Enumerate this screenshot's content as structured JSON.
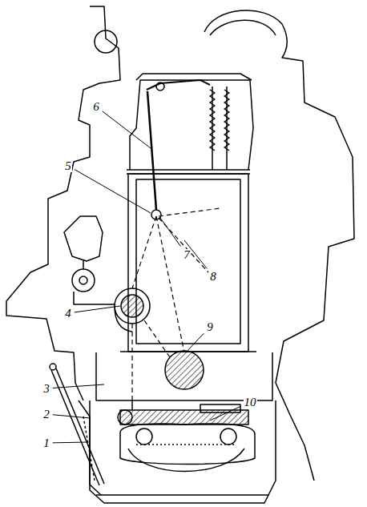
{
  "diagram": {
    "labels": [
      "6",
      "5",
      "7",
      "8",
      "4",
      "9",
      "3",
      "10",
      "2",
      "1"
    ]
  }
}
